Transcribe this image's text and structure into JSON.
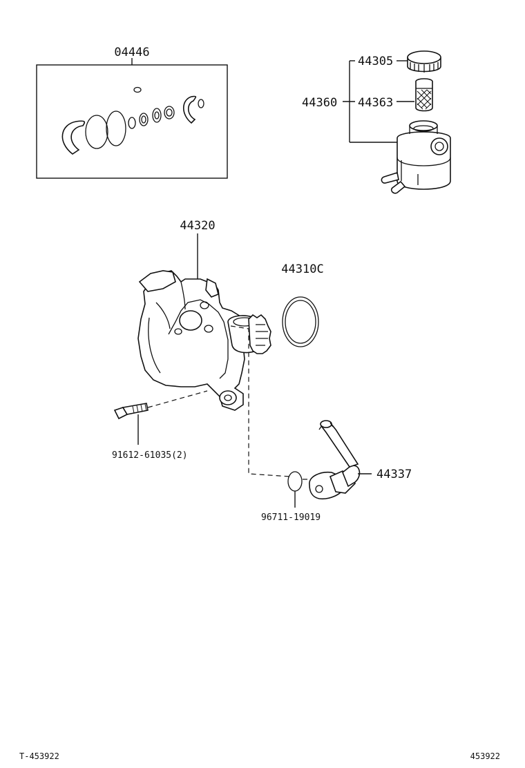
{
  "labels": {
    "kit": "04446",
    "cap": "44305",
    "reservoir_assy": "44360",
    "strainer": "44363",
    "pump": "44320",
    "oring_pump": "44310C",
    "bolt": "91612-61035(2)",
    "pipe": "44337",
    "oring_pipe": "96711-19019"
  },
  "footer": {
    "left": "T-453922",
    "right": "453922"
  }
}
